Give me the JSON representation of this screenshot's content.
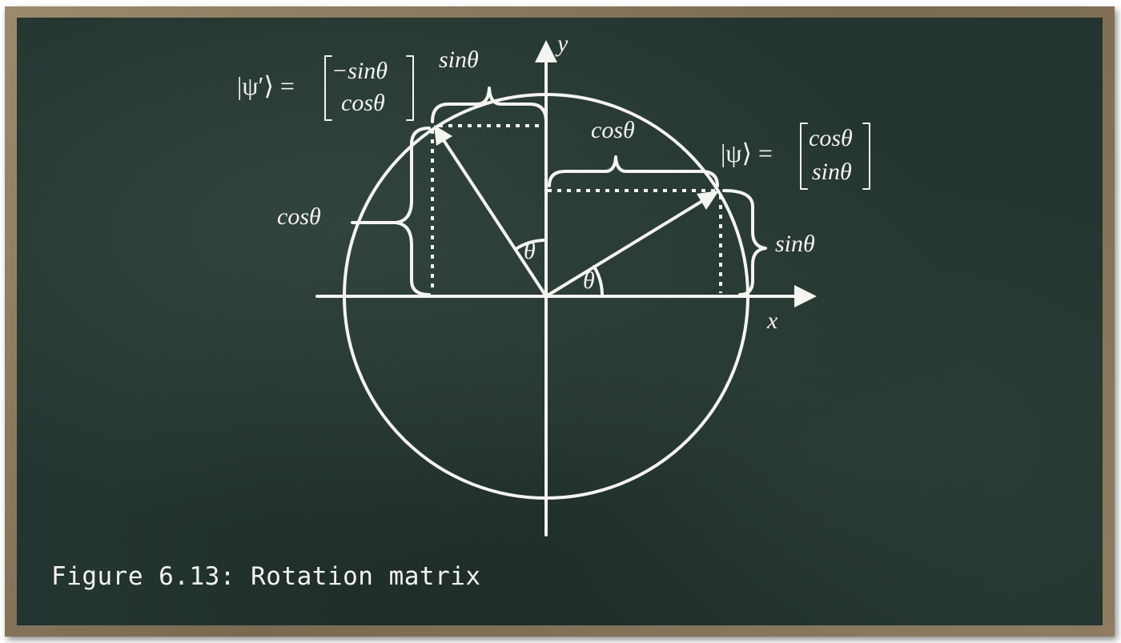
{
  "caption": "Figure 6.13: Rotation matrix",
  "axes": {
    "x_label": "x",
    "y_label": "y"
  },
  "vectors": {
    "psi": {
      "ket": "|ψ⟩ =",
      "components": [
        "cosθ",
        "sinθ"
      ]
    },
    "psi_prime": {
      "ket": "|ψ′⟩ =",
      "components": [
        "−sinθ",
        "cosθ"
      ]
    }
  },
  "braces": {
    "top_sin": "sinθ",
    "top_cos": "cosθ",
    "left_cos": "cosθ",
    "right_sin": "sinθ"
  },
  "angles": {
    "theta_x": "θ",
    "theta_y": "θ"
  },
  "colors": {
    "board": "#243430",
    "chalk": "#f4f4f0",
    "frame": "#8a7a60"
  }
}
